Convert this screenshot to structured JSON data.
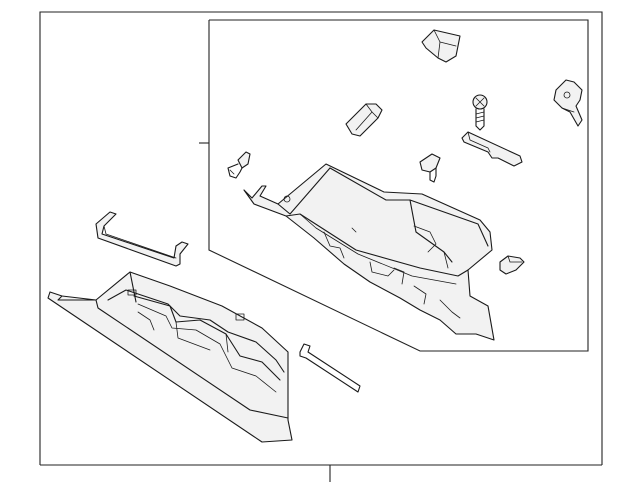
{
  "diagram": {
    "labels": [],
    "parts": [
      "glove-box-door",
      "glove-box-bin",
      "door-bumper",
      "damper",
      "striker-screw",
      "bracket",
      "retainer-clip",
      "pivot-pin",
      "stop-clip",
      "wire-rod",
      "check-strap",
      "latch-strip"
    ]
  },
  "colors": {
    "line": "#1a1a1a",
    "background": "#ffffff",
    "part_fill": "#f2f2f2"
  }
}
